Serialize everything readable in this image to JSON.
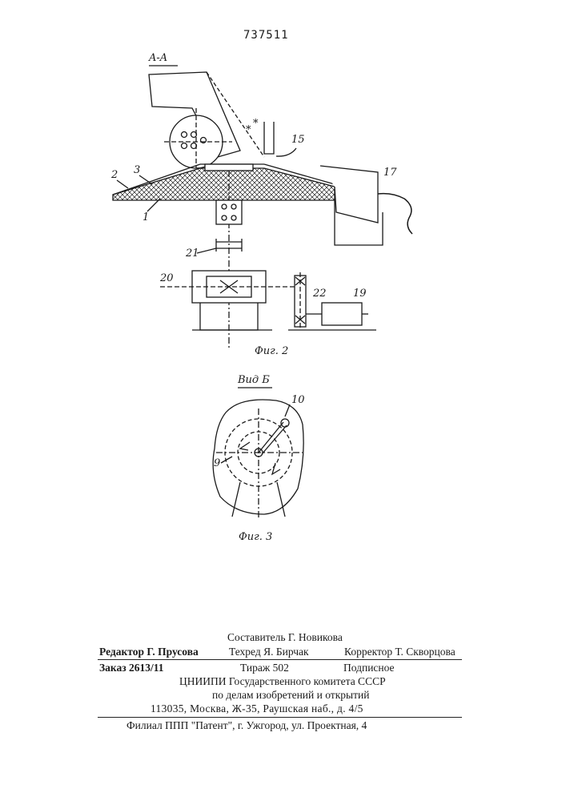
{
  "patent_number": "737511",
  "figure2": {
    "section_label": "A-A",
    "caption": "Фиг. 2",
    "labels": [
      "1",
      "2",
      "3",
      "15",
      "17",
      "19",
      "20",
      "21",
      "22"
    ]
  },
  "figure3": {
    "view_label": "Вид Б",
    "caption": "Фиг. 3",
    "labels": [
      "9",
      "10"
    ]
  },
  "footer": {
    "compiler": "Составитель Г. Новикова",
    "editor": "Редактор Г. Прусова",
    "tech_editor": "Техред Я. Бирчак",
    "corrector": "Корректор Т. Скворцова",
    "order": "Заказ 2613/11",
    "circulation": "Тираж 502",
    "subscription": "Подписное",
    "org_line1": "ЦНИИПИ Государственного комитета СССР",
    "org_line2": "по делам изобретений и открытий",
    "address": "113035, Москва, Ж-35, Раушская наб., д. 4/5",
    "branch": "Филиал ППП \"Патент\", г. Ужгород, ул. Проектная, 4"
  }
}
